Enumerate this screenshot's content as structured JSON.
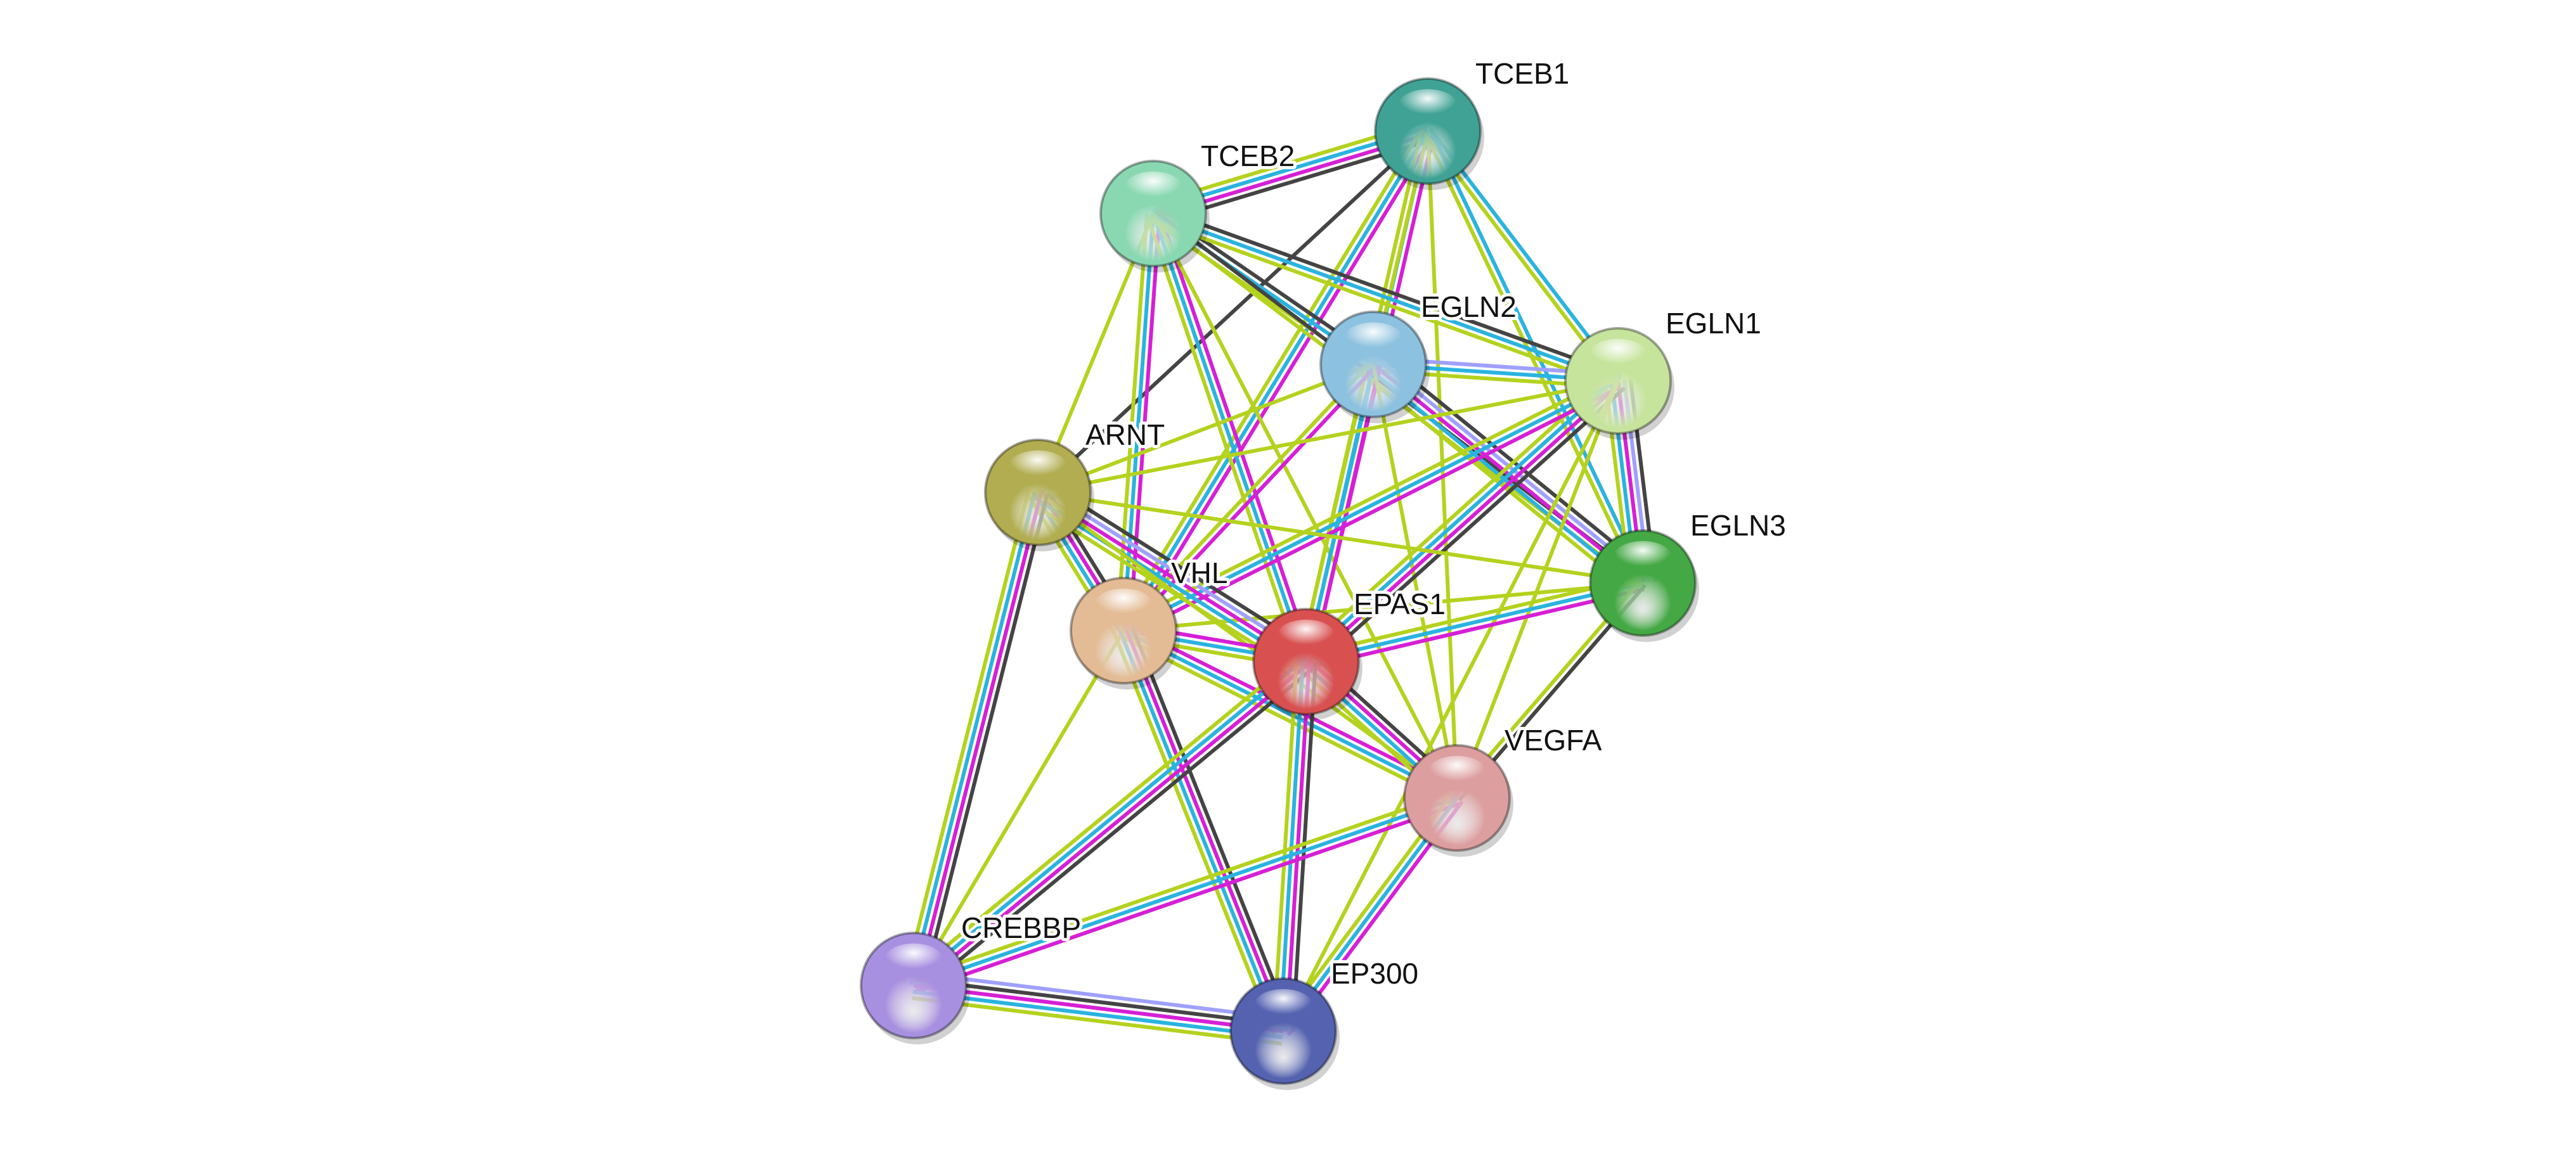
{
  "channel_colors": {
    "coexpression": "#444444",
    "experiments": "#d61fd6",
    "databases": "#2ab3df",
    "textmining": "#b4d21e",
    "homology": "#a0a0ff"
  },
  "nodes": [
    {
      "id": "TCEB1",
      "label": "TCEB1",
      "color": "#3fa295"
    },
    {
      "id": "TCEB2",
      "label": "TCEB2",
      "color": "#8ad8b2"
    },
    {
      "id": "EGLN2",
      "label": "EGLN2",
      "color": "#8cc1df"
    },
    {
      "id": "EGLN1",
      "label": "EGLN1",
      "color": "#c6e49c"
    },
    {
      "id": "ARNT",
      "label": "ARNT",
      "color": "#b1ad50"
    },
    {
      "id": "EGLN3",
      "label": "EGLN3",
      "color": "#44a844"
    },
    {
      "id": "VHL",
      "label": "VHL",
      "color": "#e3bb94"
    },
    {
      "id": "EPAS1",
      "label": "EPAS1",
      "color": "#d85050"
    },
    {
      "id": "VEGFA",
      "label": "VEGFA",
      "color": "#dc9e9e"
    },
    {
      "id": "CREBBP",
      "label": "CREBBP",
      "color": "#a890e0"
    },
    {
      "id": "EP300",
      "label": "EP300",
      "color": "#5462b0"
    }
  ],
  "edges": [
    {
      "a": "TCEB1",
      "b": "TCEB2",
      "ch": [
        "coexpression",
        "experiments",
        "databases",
        "textmining"
      ]
    },
    {
      "a": "TCEB1",
      "b": "ARNT",
      "ch": [
        "coexpression"
      ]
    },
    {
      "a": "TCEB1",
      "b": "VHL",
      "ch": [
        "experiments",
        "databases",
        "textmining"
      ]
    },
    {
      "a": "TCEB1",
      "b": "EPAS1",
      "ch": [
        "experiments",
        "databases",
        "textmining"
      ]
    },
    {
      "a": "TCEB1",
      "b": "EGLN2",
      "ch": [
        "textmining"
      ]
    },
    {
      "a": "TCEB1",
      "b": "EGLN1",
      "ch": [
        "databases",
        "textmining"
      ]
    },
    {
      "a": "TCEB1",
      "b": "EGLN3",
      "ch": [
        "databases",
        "textmining"
      ]
    },
    {
      "a": "TCEB1",
      "b": "VEGFA",
      "ch": [
        "textmining"
      ]
    },
    {
      "a": "TCEB2",
      "b": "ARNT",
      "ch": [
        "textmining"
      ]
    },
    {
      "a": "TCEB2",
      "b": "VHL",
      "ch": [
        "experiments",
        "databases",
        "textmining"
      ]
    },
    {
      "a": "TCEB2",
      "b": "EPAS1",
      "ch": [
        "experiments",
        "databases",
        "textmining"
      ]
    },
    {
      "a": "TCEB2",
      "b": "EGLN2",
      "ch": [
        "coexpression",
        "databases",
        "textmining"
      ]
    },
    {
      "a": "TCEB2",
      "b": "EGLN1",
      "ch": [
        "coexpression",
        "databases",
        "textmining"
      ]
    },
    {
      "a": "TCEB2",
      "b": "EGLN3",
      "ch": [
        "coexpression",
        "textmining"
      ]
    },
    {
      "a": "TCEB2",
      "b": "VEGFA",
      "ch": [
        "textmining"
      ]
    },
    {
      "a": "EGLN2",
      "b": "EGLN1",
      "ch": [
        "homology",
        "databases",
        "textmining"
      ]
    },
    {
      "a": "EGLN2",
      "b": "EGLN3",
      "ch": [
        "coexpression",
        "homology",
        "experiments",
        "databases",
        "textmining"
      ]
    },
    {
      "a": "EGLN2",
      "b": "EPAS1",
      "ch": [
        "experiments",
        "databases",
        "textmining"
      ]
    },
    {
      "a": "EGLN2",
      "b": "VHL",
      "ch": [
        "experiments",
        "textmining"
      ]
    },
    {
      "a": "EGLN2",
      "b": "ARNT",
      "ch": [
        "textmining"
      ]
    },
    {
      "a": "EGLN2",
      "b": "VEGFA",
      "ch": [
        "textmining"
      ]
    },
    {
      "a": "EGLN1",
      "b": "EGLN3",
      "ch": [
        "coexpression",
        "homology",
        "experiments",
        "databases",
        "textmining"
      ]
    },
    {
      "a": "EGLN1",
      "b": "EPAS1",
      "ch": [
        "coexpression",
        "experiments",
        "databases",
        "textmining"
      ]
    },
    {
      "a": "EGLN1",
      "b": "VHL",
      "ch": [
        "experiments",
        "databases",
        "textmining"
      ]
    },
    {
      "a": "EGLN1",
      "b": "ARNT",
      "ch": [
        "textmining"
      ]
    },
    {
      "a": "EGLN1",
      "b": "VEGFA",
      "ch": [
        "textmining"
      ]
    },
    {
      "a": "EGLN1",
      "b": "EP300",
      "ch": [
        "textmining"
      ]
    },
    {
      "a": "EGLN3",
      "b": "EPAS1",
      "ch": [
        "experiments",
        "databases",
        "textmining"
      ]
    },
    {
      "a": "EGLN3",
      "b": "VHL",
      "ch": [
        "textmining"
      ]
    },
    {
      "a": "EGLN3",
      "b": "ARNT",
      "ch": [
        "textmining"
      ]
    },
    {
      "a": "EGLN3",
      "b": "VEGFA",
      "ch": [
        "coexpression",
        "textmining"
      ]
    },
    {
      "a": "ARNT",
      "b": "VHL",
      "ch": [
        "coexpression",
        "experiments",
        "databases",
        "textmining"
      ]
    },
    {
      "a": "ARNT",
      "b": "EPAS1",
      "ch": [
        "coexpression",
        "homology",
        "experiments",
        "databases",
        "textmining"
      ]
    },
    {
      "a": "ARNT",
      "b": "VEGFA",
      "ch": [
        "textmining"
      ]
    },
    {
      "a": "ARNT",
      "b": "CREBBP",
      "ch": [
        "coexpression",
        "experiments",
        "databases",
        "textmining"
      ]
    },
    {
      "a": "VHL",
      "b": "EPAS1",
      "ch": [
        "experiments",
        "databases",
        "textmining"
      ]
    },
    {
      "a": "VHL",
      "b": "VEGFA",
      "ch": [
        "experiments",
        "databases",
        "textmining"
      ]
    },
    {
      "a": "VHL",
      "b": "CREBBP",
      "ch": [
        "textmining"
      ]
    },
    {
      "a": "VHL",
      "b": "EP300",
      "ch": [
        "coexpression",
        "experiments",
        "databases",
        "textmining"
      ]
    },
    {
      "a": "EPAS1",
      "b": "VEGFA",
      "ch": [
        "coexpression",
        "experiments",
        "databases",
        "textmining"
      ]
    },
    {
      "a": "EPAS1",
      "b": "CREBBP",
      "ch": [
        "coexpression",
        "experiments",
        "databases",
        "textmining"
      ]
    },
    {
      "a": "EPAS1",
      "b": "EP300",
      "ch": [
        "coexpression",
        "experiments",
        "databases",
        "textmining"
      ]
    },
    {
      "a": "VEGFA",
      "b": "CREBBP",
      "ch": [
        "experiments",
        "databases",
        "textmining"
      ]
    },
    {
      "a": "VEGFA",
      "b": "EP300",
      "ch": [
        "experiments",
        "databases",
        "textmining"
      ]
    },
    {
      "a": "CREBBP",
      "b": "EP300",
      "ch": [
        "homology",
        "coexpression",
        "experiments",
        "databases",
        "textmining"
      ]
    }
  ]
}
